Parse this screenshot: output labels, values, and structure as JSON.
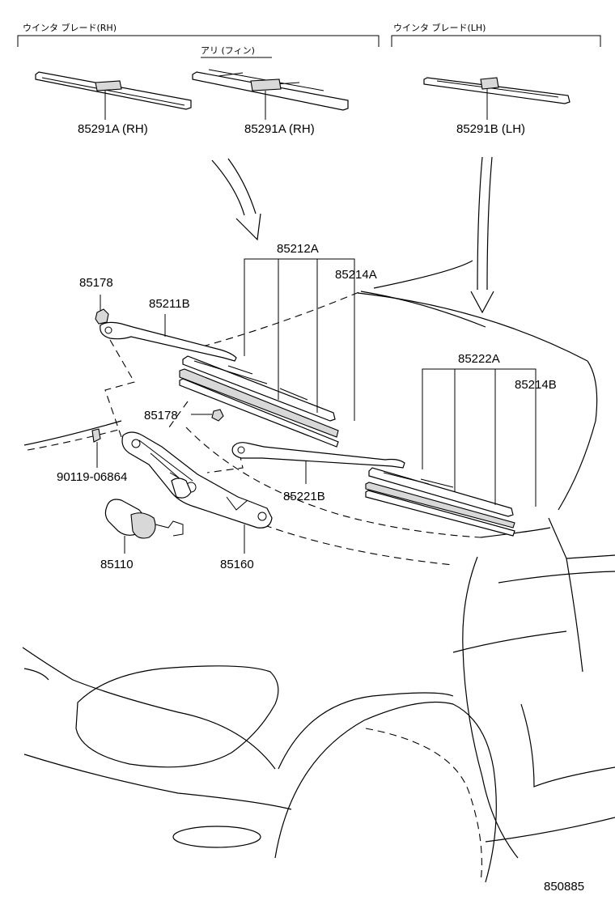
{
  "headers": {
    "rh_group": "ウインタ ブレード(RH)",
    "lh_group": "ウインタ ブレード(LH)",
    "fin_variant": "アリ (フィン)"
  },
  "labels": {
    "p85291A_1": "85291A (RH)",
    "p85291A_2": "85291A (RH)",
    "p85291B": "85291B (LH)",
    "p85212A": "85212A",
    "p85214A": "85214A",
    "p85178_top": "85178",
    "p85211B": "85211B",
    "p85178_mid": "85178",
    "p90119": "90119-06864",
    "p85221B": "85221B",
    "p85222A": "85222A",
    "p85214B": "85214B",
    "p85110": "85110",
    "p85160": "85160"
  },
  "diagram_id": "850885"
}
